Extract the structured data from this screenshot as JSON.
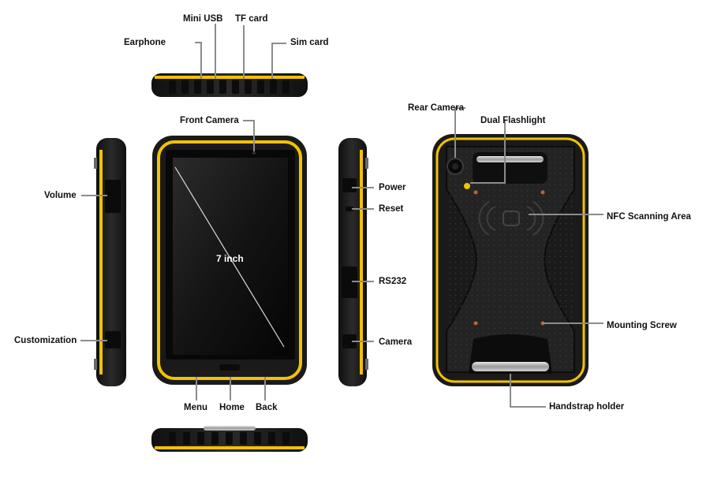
{
  "labels": {
    "earphone": "Earphone",
    "mini_usb": "Mini USB",
    "tf_card": "TF card",
    "sim_card": "Sim card",
    "front_camera": "Front Camera",
    "volume": "Volume",
    "customization": "Customization",
    "screen_size": "7 inch",
    "menu": "Menu",
    "home": "Home",
    "back": "Back",
    "power": "Power",
    "reset": "Reset",
    "rs232": "RS232",
    "camera": "Camera",
    "rear_camera": "Rear Camera",
    "dual_flashlight": "Dual Flashlight",
    "nfc_area": "NFC Scanning Area",
    "mounting_screw": "Mounting Screw",
    "handstrap_holder": "Handstrap holder"
  },
  "colors": {
    "accent": "#f2c200",
    "body": "#1b1b1b",
    "leader": "#8c8c8c"
  }
}
